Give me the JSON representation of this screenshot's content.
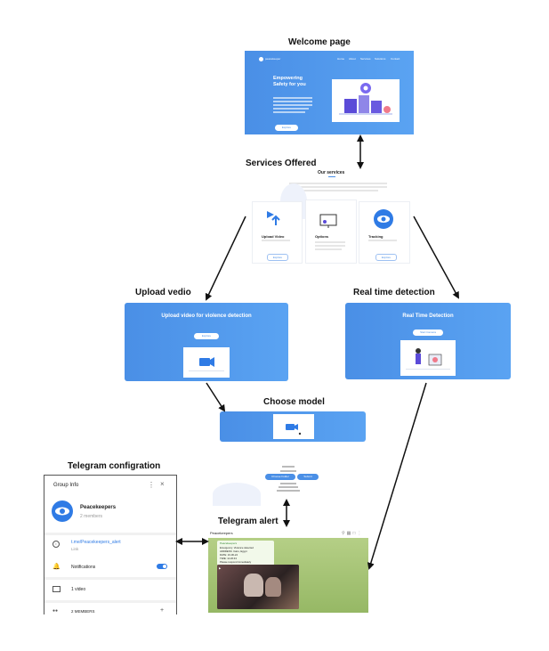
{
  "labels": {
    "welcome": "Welcome page",
    "services": "Services Offered",
    "upload": "Upload vedio",
    "realtime": "Real time detection",
    "choose": "Choose model",
    "telegram_config": "Telegram configration",
    "telegram_alert": "Telegram alert"
  },
  "welcome_page": {
    "brand": "peacekeeper",
    "nav": [
      "Home",
      "About",
      "Services",
      "Solutions",
      "Contact"
    ],
    "heading": "Empowering Safety for you",
    "button": "Explore"
  },
  "services_page": {
    "title": "Our services",
    "cards": [
      {
        "title": "Upload Video",
        "button": "Explore"
      },
      {
        "title": "Options",
        "button": ""
      },
      {
        "title": "Tracking",
        "button": "Explore"
      }
    ]
  },
  "upload_page": {
    "title": "Upload video for violence detection",
    "button": "Explore"
  },
  "realtime_page": {
    "title": "Real Time Detection",
    "button": "Start Camera"
  },
  "choose_page": {
    "buttons": [
      "Choose Folder",
      "Submit"
    ]
  },
  "group_info": {
    "header": "Group Info",
    "group_name": "Peacekeepers",
    "members": "2 members",
    "link": "t.me/Peacekeepers_alert",
    "link_label": "Link",
    "notifications": "Notifications",
    "videos": "1 video",
    "members_row": "2 MEMBERS"
  },
  "telegram_chat": {
    "title": "Peacekeepers",
    "message_sender": "Peacekeepers",
    "message_lines": [
      "Emergency: Violence detected",
      "ADDRESS: Cairo, Egypt",
      "DATE: 16-06-24",
      "TIME: 11:26:43",
      "Please respond immediately"
    ]
  },
  "colors": {
    "accent": "#4a8fe6",
    "telegram_bg": "#a8c779",
    "arrow": "#111111"
  }
}
